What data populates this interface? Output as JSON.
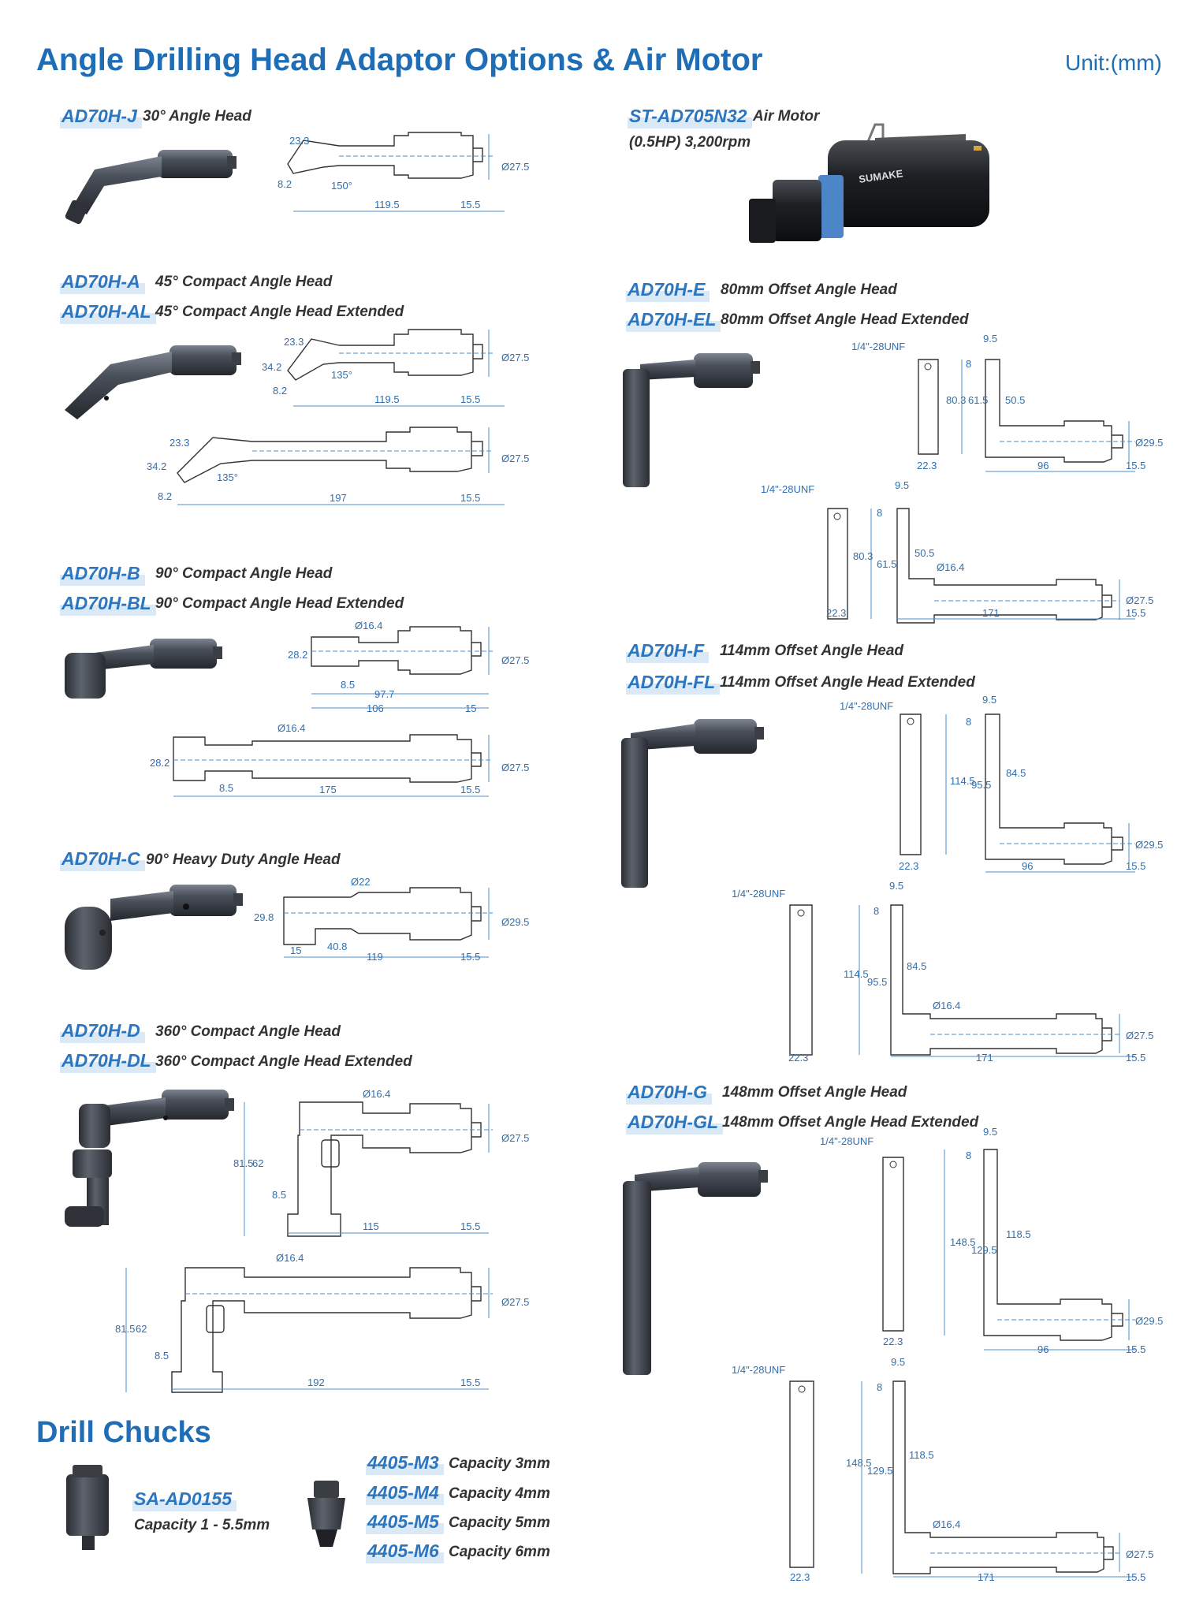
{
  "header": {
    "title": "Angle Drilling Head Adaptor Options & Air Motor",
    "unit": "Unit:(mm)"
  },
  "products": [
    {
      "code": "AD70H-J",
      "desc": "30° Angle Head"
    },
    {
      "code": "AD70H-A",
      "desc": "45° Compact Angle Head"
    },
    {
      "code": "AD70H-AL",
      "desc": "45° Compact Angle Head Extended"
    },
    {
      "code": "AD70H-B",
      "desc": "90° Compact Angle Head"
    },
    {
      "code": "AD70H-BL",
      "desc": "90° Compact Angle Head Extended"
    },
    {
      "code": "AD70H-C",
      "desc": "90° Heavy Duty Angle Head"
    },
    {
      "code": "AD70H-D",
      "desc": "360° Compact Angle Head"
    },
    {
      "code": "AD70H-DL",
      "desc": "360° Compact Angle Head Extended"
    },
    {
      "code": "ST-AD705N32",
      "desc": "Air Motor",
      "desc2": "(0.5HP) 3,200rpm"
    },
    {
      "code": "AD70H-E",
      "desc": "80mm Offset Angle Head"
    },
    {
      "code": "AD70H-EL",
      "desc": "80mm Offset Angle Head Extended"
    },
    {
      "code": "AD70H-F",
      "desc": "114mm Offset Angle Head"
    },
    {
      "code": "AD70H-FL",
      "desc": "114mm Offset Angle Head Extended"
    },
    {
      "code": "AD70H-G",
      "desc": "148mm Offset Angle Head"
    },
    {
      "code": "AD70H-GL",
      "desc": "148mm Offset Angle Head Extended"
    }
  ],
  "chucks": {
    "title": "Drill Chucks",
    "main": {
      "code": "SA-AD0155",
      "desc": "Capacity 1 - 5.5mm"
    },
    "list": [
      {
        "code": "4405-M3",
        "desc": "Capacity 3mm"
      },
      {
        "code": "4405-M4",
        "desc": "Capacity 4mm"
      },
      {
        "code": "4405-M5",
        "desc": "Capacity 5mm"
      },
      {
        "code": "4405-M6",
        "desc": "Capacity 6mm"
      }
    ]
  },
  "motor": {
    "brand": "SUMAKE"
  },
  "dims": {
    "j": [
      "23.3",
      "8.2",
      "150°",
      "119.5",
      "15.5",
      "Ø27.5"
    ],
    "a": [
      "23.3",
      "34.2",
      "8.2",
      "135°",
      "119.5",
      "15.5",
      "Ø27.5"
    ],
    "al": [
      "23.3",
      "34.2",
      "8.2",
      "135°",
      "197",
      "15.5",
      "Ø27.5"
    ],
    "b": [
      "Ø16.4",
      "28.2",
      "8.5",
      "97.7",
      "106",
      "15",
      "Ø27.5"
    ],
    "bl": [
      "Ø16.4",
      "28.2",
      "8.5",
      "175",
      "15.5",
      "Ø27.5"
    ],
    "c": [
      "Ø22",
      "29.8",
      "15",
      "40.8",
      "119",
      "15.5",
      "Ø29.5"
    ],
    "d": [
      "Ø16.4",
      "81.5",
      "62",
      "8.5",
      "115",
      "15.5",
      "Ø27.5"
    ],
    "dl": [
      "Ø16.4",
      "81.5",
      "62",
      "8.5",
      "192",
      "15.5",
      "Ø27.5"
    ],
    "e": [
      "1/4\"-28UNF",
      "9.5",
      "8",
      "80.3",
      "61.5",
      "50.5",
      "22.3",
      "96",
      "15.5",
      "Ø29.5"
    ],
    "el": [
      "1/4\"-28UNF",
      "9.5",
      "8",
      "80.3",
      "61.5",
      "50.5",
      "Ø16.4",
      "22.3",
      "171",
      "15.5",
      "Ø27.5"
    ],
    "f": [
      "1/4\"-28UNF",
      "9.5",
      "8",
      "114.5",
      "95.5",
      "84.5",
      "22.3",
      "96",
      "15.5",
      "Ø29.5"
    ],
    "fl": [
      "1/4\"-28UNF",
      "9.5",
      "8",
      "114.5",
      "95.5",
      "84.5",
      "Ø16.4",
      "22.3",
      "171",
      "15.5",
      "Ø27.5"
    ],
    "g": [
      "1/4\"-28UNF",
      "9.5",
      "8",
      "148.5",
      "129.5",
      "118.5",
      "22.3",
      "96",
      "15.5",
      "Ø29.5"
    ],
    "gl": [
      "1/4\"-28UNF",
      "9.5",
      "8",
      "148.5",
      "129.5",
      "118.5",
      "Ø16.4",
      "22.3",
      "171",
      "15.5",
      "Ø27.5"
    ]
  }
}
